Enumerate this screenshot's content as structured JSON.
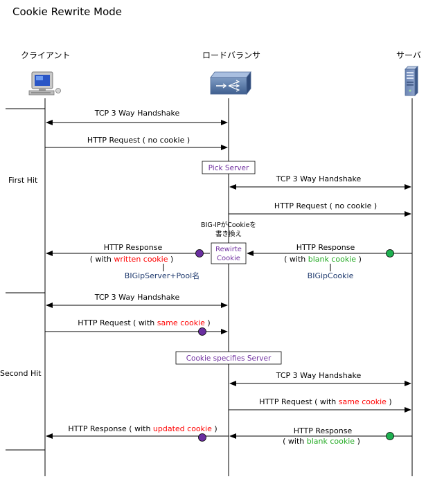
{
  "title": "Cookie Rewrite Mode",
  "actors": {
    "client": "クライアント",
    "lb": "ロードバランサ",
    "server": "サーバ"
  },
  "phases": {
    "first": "First Hit",
    "second": "Second Hit"
  },
  "messages": {
    "tcp1": "TCP 3 Way Handshake",
    "req1": "HTTP Request ( no cookie )",
    "tcp2": "TCP 3 Way Handshake",
    "req2": "HTTP Request ( no cookie )",
    "resp_lb_client": "HTTP Response",
    "resp_lb_client_pre": "( with ",
    "resp_lb_client_hl": "written cookie",
    "resp_lb_client_post": " )",
    "resp_srv_lb": "HTTP Response",
    "resp_srv_lb_pre": "( with ",
    "resp_srv_lb_hl": "blank cookie",
    "resp_srv_lb_post": " )",
    "tcp3": "TCP 3 Way Handshake",
    "req3_pre": "HTTP Request ( with ",
    "req3_hl": "same cookie",
    "req3_post": " )",
    "tcp4": "TCP 3 Way Handshake",
    "req4_pre": "HTTP Request ( with ",
    "req4_hl": "same cookie",
    "req4_post": " )",
    "resp2_pre": "HTTP Response ( with ",
    "resp2_hl": "updated cookie",
    "resp2_post": " )",
    "resp2_srv": "HTTP Response",
    "resp2_srv_pre": "( with ",
    "resp2_srv_hl": "blank cookie",
    "resp2_srv_post": " )"
  },
  "notes": {
    "pick_server": "Pick Server",
    "rewrite_line1": "Rewirte",
    "rewrite_line2": "Cookie",
    "bigip_rewrite_line1": "BIG-IPがCookieを",
    "bigip_rewrite_line2": "書き換え",
    "cookie_specifies": "Cookie specifies Server",
    "bigip_server_pool": "BIGipServer+Pool名",
    "bigip_cookie": "BIGipCookie"
  },
  "colors": {
    "red": "#ff0000",
    "green": "#22aa22",
    "purple": "#7030a0",
    "navy": "#1f3a6e",
    "dot_purple": "#6a2fa0",
    "dot_green": "#1eb050"
  },
  "icons": {
    "client": "desktop-computer-icon",
    "lb": "load-balancer-icon",
    "server": "server-tower-icon"
  }
}
